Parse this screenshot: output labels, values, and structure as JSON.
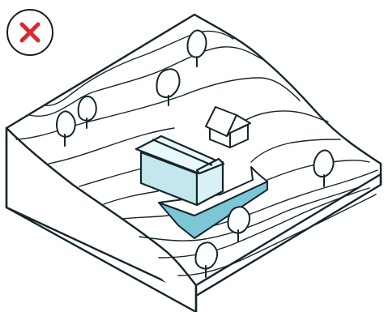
{
  "status_badge": {
    "icon": "x-mark-icon",
    "meaning": "incorrect",
    "color": "#e0262b",
    "ring_color": "#1c1c1c"
  },
  "colors": {
    "outline": "#15262b",
    "terrain_fill": "#ffffff",
    "building_top": "#e9f8fa",
    "building_front": "#c2e7ee",
    "building_side": "#d8f2f6",
    "excavation": "#7cc6d6"
  },
  "trees": 7,
  "buildings": 2
}
